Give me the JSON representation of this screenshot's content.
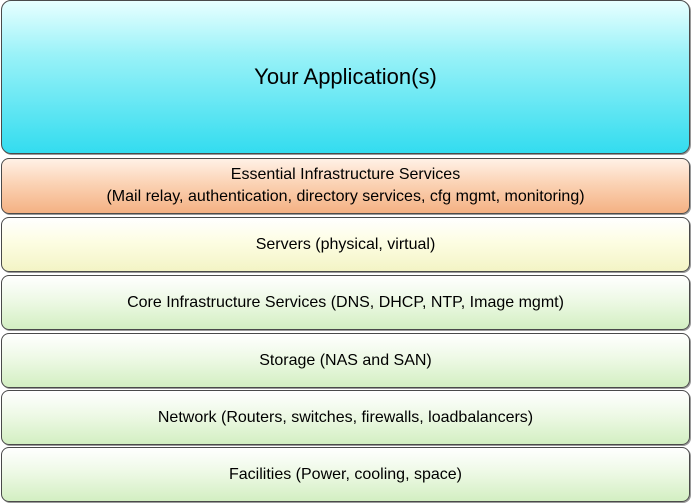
{
  "layers": {
    "application": {
      "label": "Your Application(s)"
    },
    "essential": {
      "line1": "Essential Infrastructure Services",
      "line2": "(Mail relay, authentication, directory services, cfg mgmt, monitoring)"
    },
    "servers": {
      "label": "Servers (physical, virtual)"
    },
    "core": {
      "label": "Core Infrastructure Services (DNS, DHCP, NTP, Image mgmt)"
    },
    "storage": {
      "label": "Storage (NAS and SAN)"
    },
    "network": {
      "label": "Network (Routers, switches, firewalls, loadbalancers)"
    },
    "facilities": {
      "label": "Facilities (Power, cooling, space)"
    }
  },
  "colors": {
    "application": "#33dcef",
    "essential": "#f4b183",
    "servers": "#f3f4c5",
    "lower_layers": "#d3efc2",
    "border": "#4a4a4a"
  }
}
